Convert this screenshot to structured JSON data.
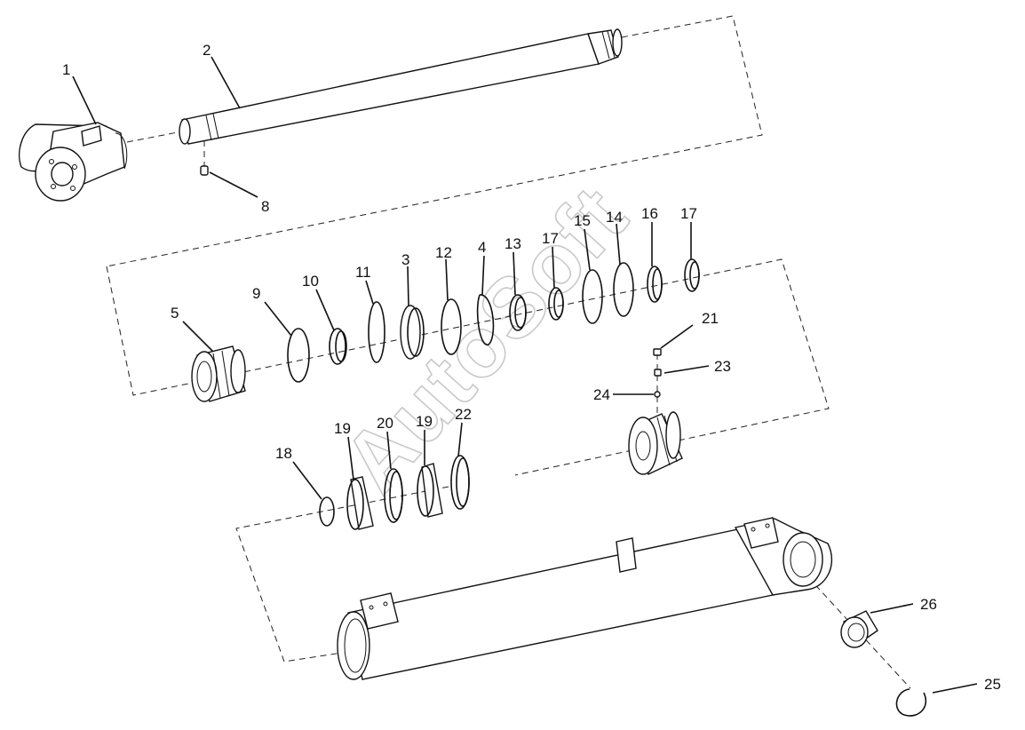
{
  "watermark": "AutoSoft",
  "callouts": [
    {
      "id": "c1",
      "label": "1"
    },
    {
      "id": "c2",
      "label": "2"
    },
    {
      "id": "c8",
      "label": "8"
    },
    {
      "id": "c5",
      "label": "5"
    },
    {
      "id": "c9",
      "label": "9"
    },
    {
      "id": "c10",
      "label": "10"
    },
    {
      "id": "c11",
      "label": "11"
    },
    {
      "id": "c3",
      "label": "3"
    },
    {
      "id": "c12",
      "label": "12"
    },
    {
      "id": "c4",
      "label": "4"
    },
    {
      "id": "c13",
      "label": "13"
    },
    {
      "id": "c17a",
      "label": "17"
    },
    {
      "id": "c15",
      "label": "15"
    },
    {
      "id": "c14",
      "label": "14"
    },
    {
      "id": "c16",
      "label": "16"
    },
    {
      "id": "c17b",
      "label": "17"
    },
    {
      "id": "c21",
      "label": "21"
    },
    {
      "id": "c23",
      "label": "23"
    },
    {
      "id": "c24",
      "label": "24"
    },
    {
      "id": "c18",
      "label": "18"
    },
    {
      "id": "c19a",
      "label": "19"
    },
    {
      "id": "c20",
      "label": "20"
    },
    {
      "id": "c19b",
      "label": "19"
    },
    {
      "id": "c22",
      "label": "22"
    },
    {
      "id": "c26",
      "label": "26"
    },
    {
      "id": "c25",
      "label": "25"
    }
  ]
}
